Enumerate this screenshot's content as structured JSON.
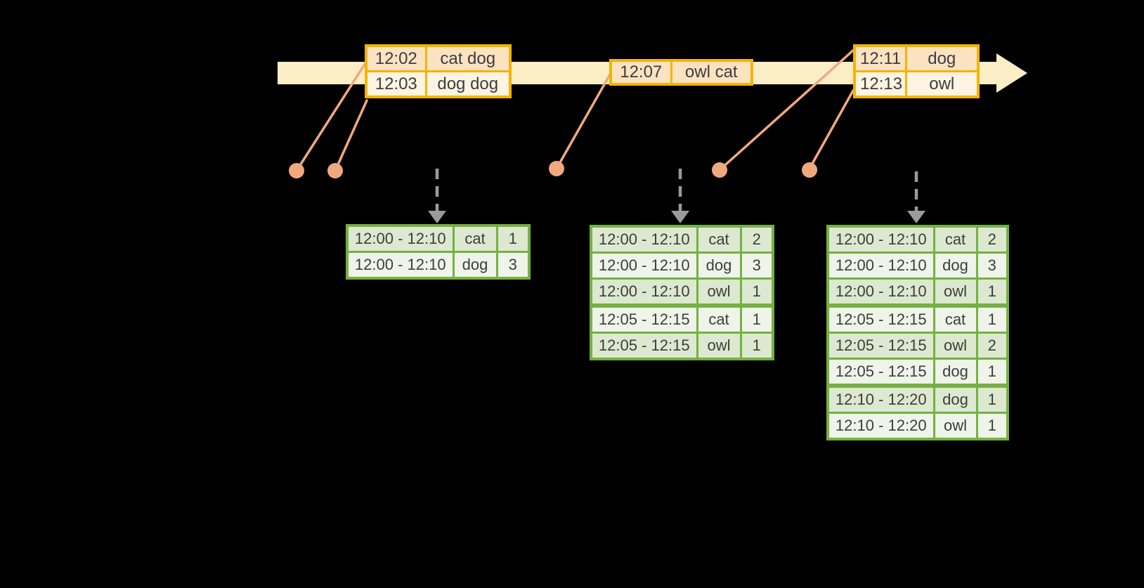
{
  "diagram_title": "streaming-windowed-word-count-timeline",
  "colors": {
    "background": "#000000",
    "timeline_band": "#FBEEC6",
    "event_table_border": "#F5B301",
    "event_row_dark": "#FBE2C1",
    "event_row_light": "#FDF4E3",
    "connector_line_and_dot": "#F0A97E",
    "trigger_arrow": "#9B9B9B",
    "result_table_border": "#76B041",
    "result_row_dark": "#DCE9D0",
    "result_row_light": "#EEF4E9",
    "table_text": "#3D3D3D"
  },
  "icons": {
    "timeline_arrowhead": "right-arrow",
    "trigger_arrowhead": "down-arrow"
  },
  "event_batches": [
    {
      "rows": [
        {
          "time": "12:02",
          "words": "cat dog"
        },
        {
          "time": "12:03",
          "words": "dog dog"
        }
      ]
    },
    {
      "rows": [
        {
          "time": "12:07",
          "words": "owl cat"
        }
      ]
    },
    {
      "rows": [
        {
          "time": "12:11",
          "words": "dog"
        },
        {
          "time": "12:13",
          "words": "owl"
        }
      ]
    }
  ],
  "result_tables": [
    {
      "rows": [
        [
          "12:00 - 12:10",
          "cat",
          "1"
        ],
        [
          "12:00 - 12:10",
          "dog",
          "3"
        ]
      ]
    },
    {
      "rows": [
        [
          "12:00 - 12:10",
          "cat",
          "2"
        ],
        [
          "12:00 - 12:10",
          "dog",
          "3"
        ],
        [
          "12:00 - 12:10",
          "owl",
          "1"
        ],
        [
          "12:05 - 12:15",
          "cat",
          "1"
        ],
        [
          "12:05 - 12:15",
          "owl",
          "1"
        ]
      ]
    },
    {
      "rows": [
        [
          "12:00 - 12:10",
          "cat",
          "2"
        ],
        [
          "12:00 - 12:10",
          "dog",
          "3"
        ],
        [
          "12:00 - 12:10",
          "owl",
          "1"
        ],
        [
          "12:05 - 12:15",
          "cat",
          "1"
        ],
        [
          "12:05 - 12:15",
          "owl",
          "2"
        ],
        [
          "12:05 - 12:15",
          "dog",
          "1"
        ],
        [
          "12:10 - 12:20",
          "dog",
          "1"
        ],
        [
          "12:10 - 12:20",
          "owl",
          "1"
        ]
      ]
    }
  ]
}
